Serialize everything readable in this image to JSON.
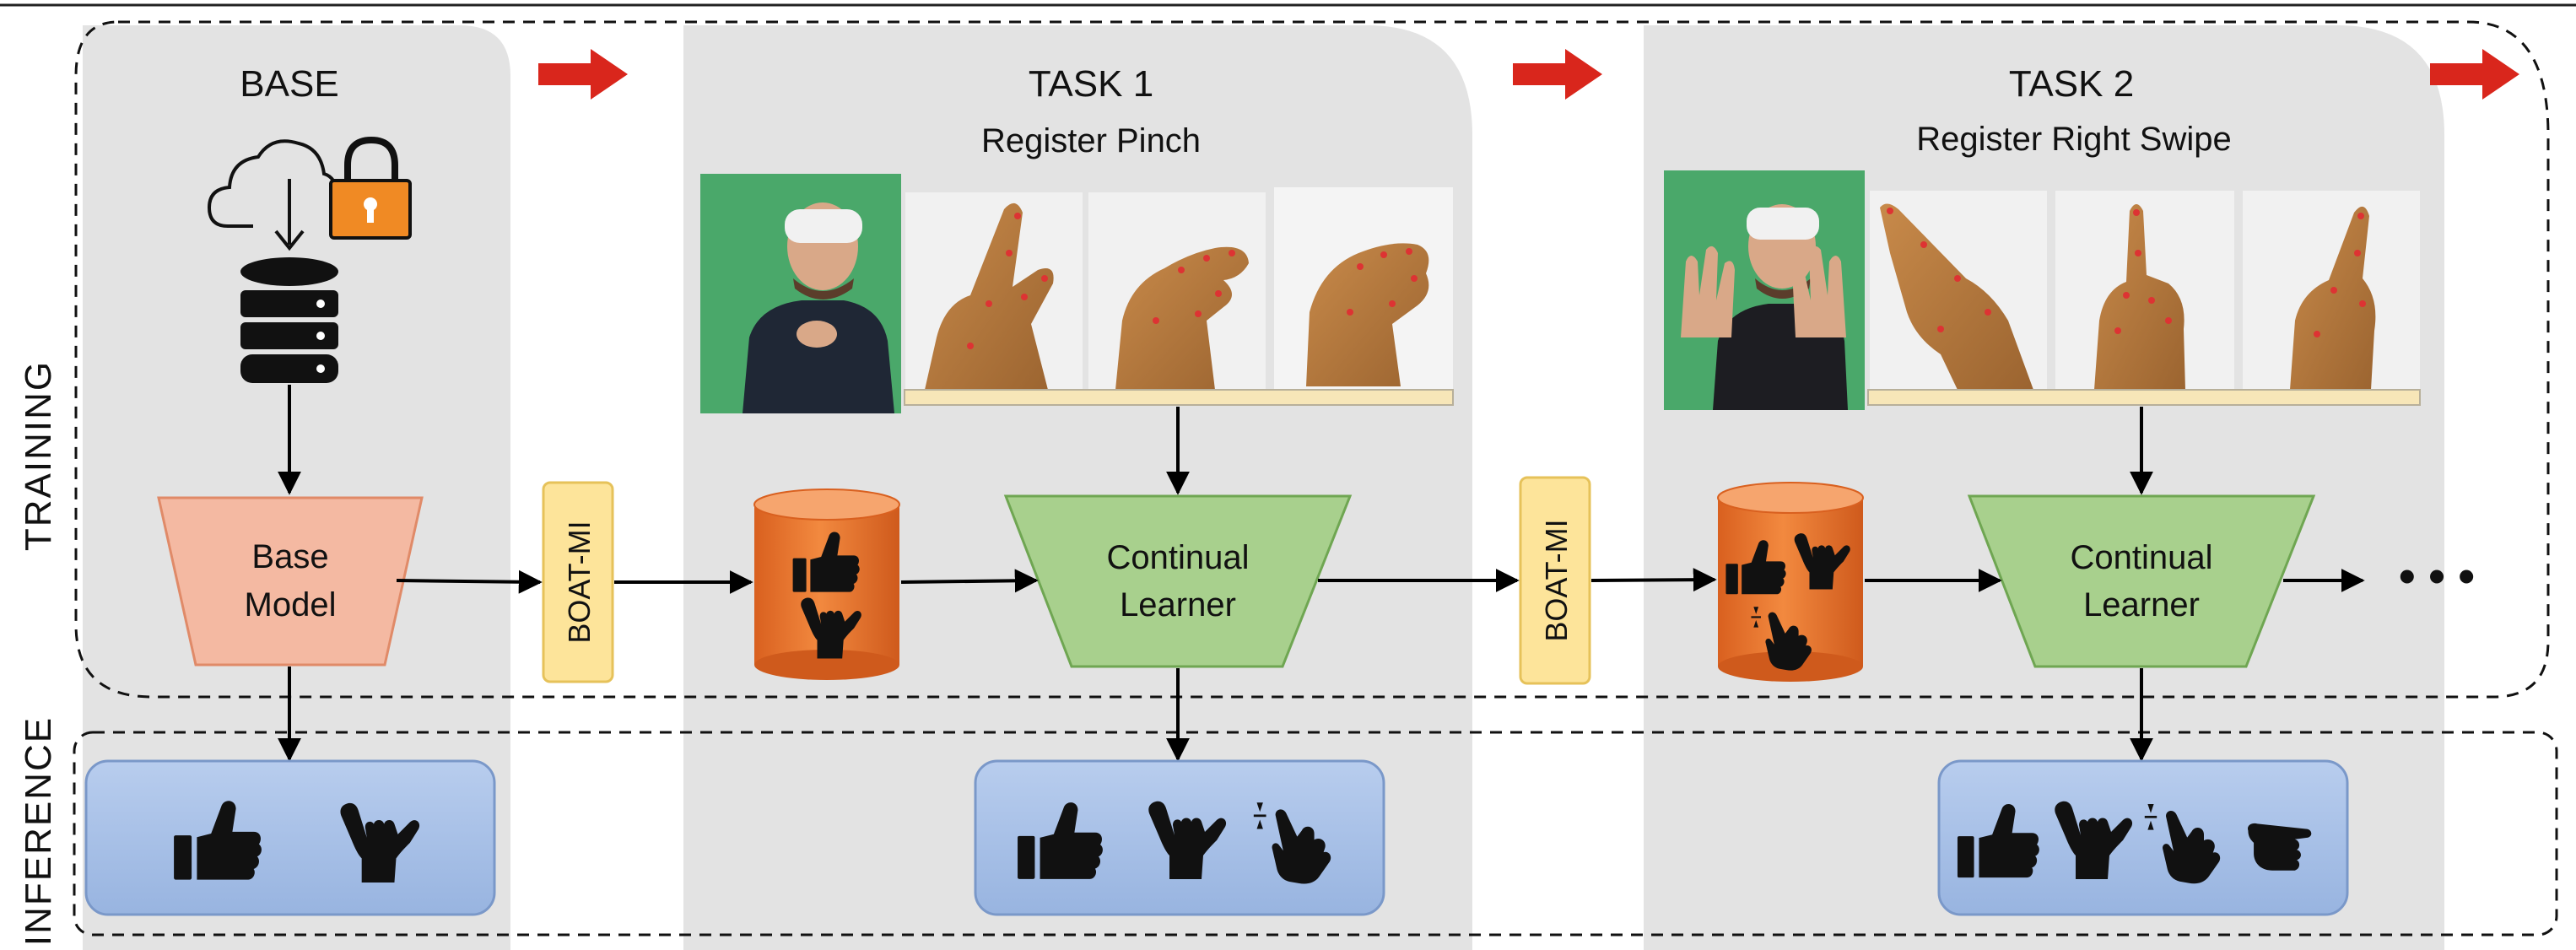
{
  "side_labels": {
    "training": "TRAINING",
    "inference": "INFERENCE"
  },
  "stages": {
    "base": {
      "title": "BASE",
      "model_label_line1": "Base",
      "model_label_line2": "Model"
    },
    "task1": {
      "title": "TASK 1",
      "subtitle": "Register Pinch",
      "learner_line1": "Continual",
      "learner_line2": "Learner"
    },
    "task2": {
      "title": "TASK 2",
      "subtitle": "Register Right Swipe",
      "learner_line1": "Continual",
      "learner_line2": "Learner"
    }
  },
  "boat_mi_label": "BOAT-MI",
  "continuation": "• • •",
  "gesture_sets": {
    "base_inference": [
      "thumbs-up",
      "shaka"
    ],
    "task1_memory": [
      "thumbs-up",
      "shaka"
    ],
    "task1_inference": [
      "thumbs-up",
      "shaka",
      "pinch"
    ],
    "task2_memory": [
      "thumbs-up",
      "shaka",
      "pinch"
    ],
    "task2_inference": [
      "thumbs-up",
      "shaka",
      "pinch",
      "point-right"
    ]
  },
  "icons": {
    "cloud": "cloud-download-icon",
    "lock": "padlock-icon",
    "database": "database-icon",
    "progress_arrow": "red-right-arrow-icon"
  },
  "colors": {
    "panel_gray": "#e3e3e3",
    "base_model_fill": "#f4b9a2",
    "base_model_stroke": "#e08a68",
    "learner_fill": "#a8d08d",
    "learner_stroke": "#6fa652",
    "boat_fill": "#fde49a",
    "boat_stroke": "#e6c25a",
    "memory_fill": "#e8793a",
    "inference_fill": "#a9c1e8",
    "inference_stroke": "#7a98c9",
    "progress_arrow": "#d9261c",
    "lock_orange": "#f08a24"
  }
}
